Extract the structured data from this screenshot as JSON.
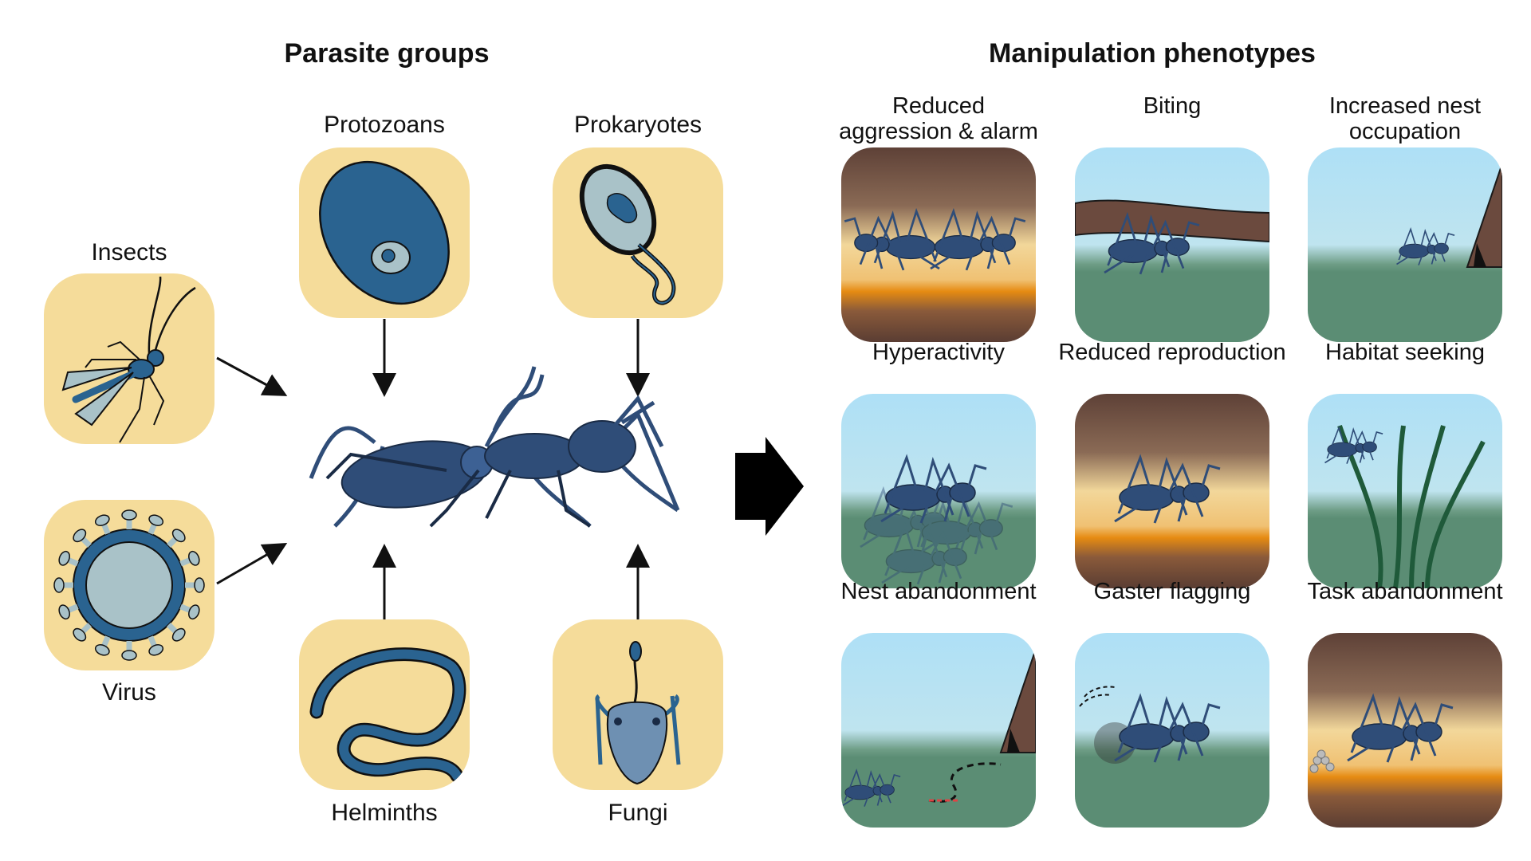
{
  "left_title": "Parasite groups",
  "right_title": "Manipulation phenotypes",
  "parasites": {
    "insects": "Insects",
    "virus": "Virus",
    "protozoans": "Protozoans",
    "prokaryotes": "Prokaryotes",
    "helminths": "Helminths",
    "fungi": "Fungi"
  },
  "phenotypes": [
    {
      "line1": "Reduced",
      "line2": "aggression & alarm"
    },
    {
      "line1": "",
      "line2": "Biting"
    },
    {
      "line1": "Increased nest",
      "line2": "occupation"
    },
    {
      "line1": "",
      "line2": "Hyperactivity"
    },
    {
      "line1": "",
      "line2": "Reduced reproduction"
    },
    {
      "line1": "",
      "line2": "Habitat seeking"
    },
    {
      "line1": "",
      "line2": "Nest abandonment"
    },
    {
      "line1": "",
      "line2": "Gaster flagging"
    },
    {
      "line1": "",
      "line2": "Task abandonment"
    }
  ],
  "colors": {
    "tile": "#f5dc9a",
    "ant": "#2f4d78",
    "dark_blue": "#2a6390",
    "pale_blue": "#a9c2c8",
    "sky": "#aee0f6",
    "ground": "#5b8d74",
    "soil": "#6b4a3e",
    "amber": "#e68b12"
  }
}
